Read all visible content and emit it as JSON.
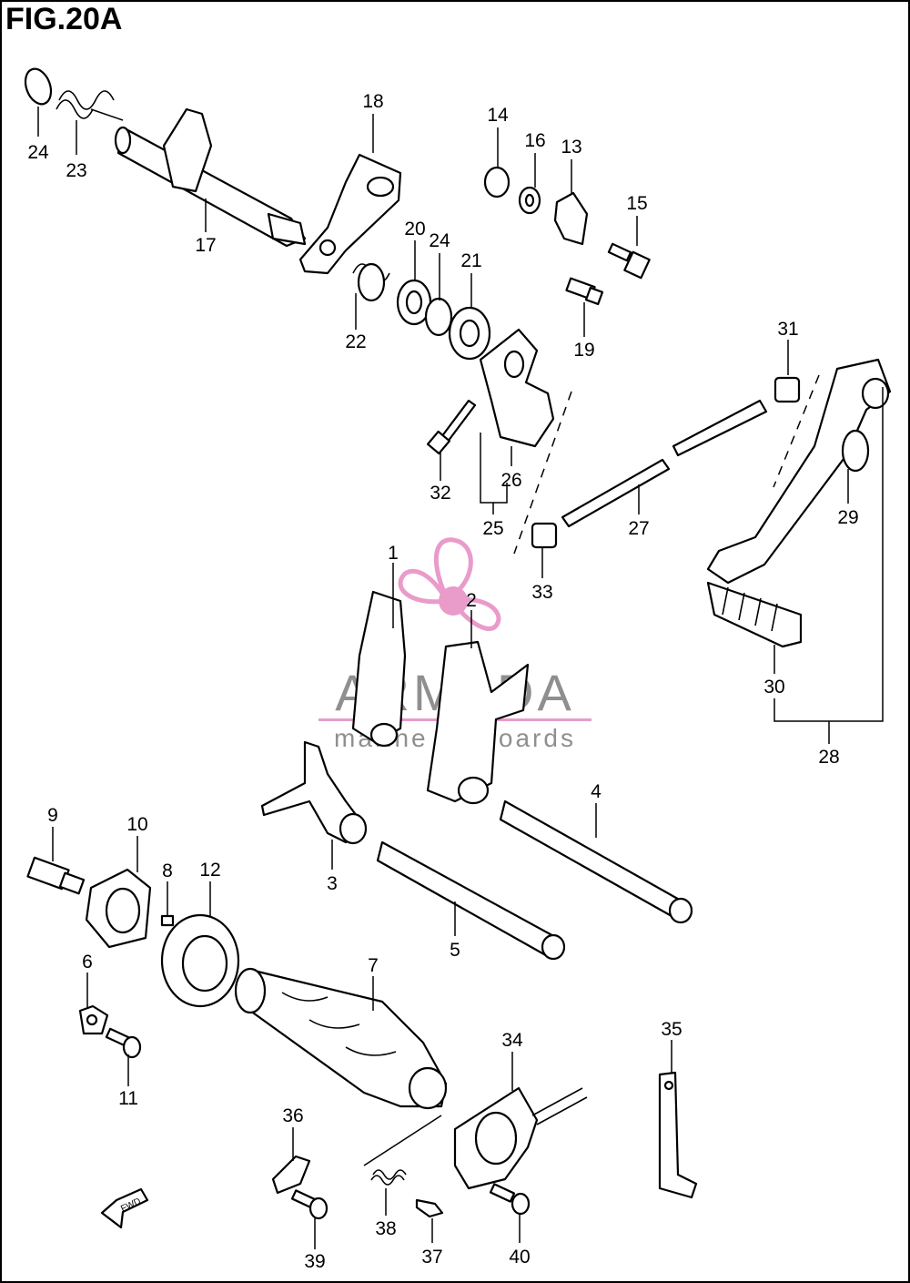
{
  "figure": {
    "title": "FIG.20A"
  },
  "watermark": {
    "brand": "ARMADA",
    "tagline": "marine outboards",
    "accent_color": "#e896c8",
    "text_color": "#8a8a8a"
  },
  "fwd_arrow": {
    "label": "FWD"
  },
  "callouts": {
    "p1": "1",
    "p2": "2",
    "p3": "3",
    "p4": "4",
    "p5": "5",
    "p6": "6",
    "p7": "7",
    "p8": "8",
    "p9": "9",
    "p10": "10",
    "p11": "11",
    "p12": "12",
    "p13": "13",
    "p14": "14",
    "p15": "15",
    "p16": "16",
    "p17": "17",
    "p18": "18",
    "p19": "19",
    "p20": "20",
    "p21": "21",
    "p22": "22",
    "p23": "23",
    "p24a": "24",
    "p24b": "24",
    "p25": "25",
    "p26": "26",
    "p27": "27",
    "p28": "28",
    "p29": "29",
    "p30": "30",
    "p31": "31",
    "p32": "32",
    "p33": "33",
    "p34": "34",
    "p35": "35",
    "p36": "36",
    "p37": "37",
    "p38": "38",
    "p39": "39",
    "p40": "40"
  }
}
